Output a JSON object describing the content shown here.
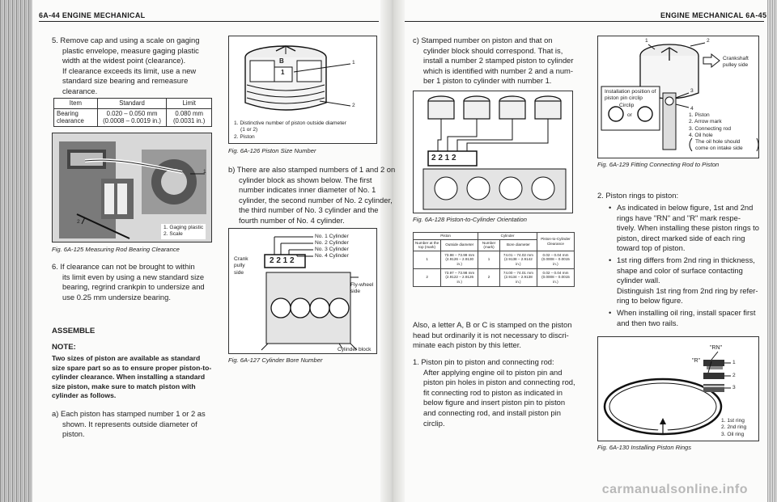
{
  "left_page": {
    "header": "6A-44 ENGINE MECHANICAL",
    "step5": [
      "5. Remove cap and using a scale on gaging",
      "plastic envelope, measure gaging plastic",
      "width at the widest point (clearance).",
      "If clearance exceeds its limit, use a new",
      "standard size bearing and remeasure",
      "clearance."
    ],
    "table": {
      "headers": [
        "Item",
        "Standard",
        "Limit"
      ],
      "row": [
        "Bearing clearance",
        "0.020 – 0.050 mm (0.0008 – 0.0019 in.)",
        "0.080 mm (0.0031 in.)"
      ]
    },
    "fig125": {
      "legend": [
        "1. Gaging plastic",
        "2. Scale"
      ],
      "callouts": [
        "1",
        "2"
      ],
      "caption": "Fig. 6A-125 Measuring Rod Bearing Clearance"
    },
    "step6": [
      "6. If clearance can not be brought to within",
      "its limit even by using a new standard size",
      "bearing, regrind crankpin to undersize and",
      "use 0.25 mm undersize bearing."
    ],
    "assemble": "ASSEMBLE",
    "note_label": "NOTE:",
    "note": [
      "Two sizes of piston are available as standard",
      "size spare part so as to ensure proper piston-to-",
      "cylinder clearance. When installing a standard",
      "size piston, make sure to match piston with",
      "cylinder as follows."
    ],
    "step_a": [
      "a) Each piston has stamped number 1 or 2 as",
      "shown. It represents outside diameter of",
      "piston."
    ]
  },
  "middle": {
    "fig126": {
      "legend": [
        "1. Distinctive number of piston outside diameter",
        "(1 or 2)",
        "2. Piston"
      ],
      "marks": [
        "B",
        "1"
      ],
      "callouts": [
        "1",
        "2"
      ],
      "caption": "Fig. 6A-126 Piston Size Number"
    },
    "step_b": [
      "b) There are also stamped numbers of 1 and 2 on",
      "cylinder block as shown below. The first",
      "number indicates inner diameter of No. 1",
      "cylinder, the second number of No. 2 cylinder,",
      "the third number of No. 3 cylinder and the",
      "fourth number of No. 4 cylinder."
    ],
    "fig127": {
      "cyl_labels": [
        "No. 1 Cylinder",
        "No. 2 Cylinder",
        "No. 3 Cylinder",
        "No. 4 Cylinder"
      ],
      "stamp": "2 2 1 2",
      "left_label": [
        "Crank",
        "pully",
        "side"
      ],
      "right_label": [
        "Fly-wheel",
        "side"
      ],
      "bottom_label": "Cylinder block",
      "caption": "Fig. 6A-127 Cylinder Bore Number"
    }
  },
  "right_page": {
    "header": "ENGINE MECHANICAL 6A-45",
    "step_c": [
      "c) Stamped number on piston and that on",
      "cylinder block should correspond. That is,",
      "install a number 2 stamped piston to cylinder",
      "which is identified with number 2 and a num-",
      "ber 1 piston to cylinder with number 1."
    ],
    "fig128": {
      "stamp": "2 2 1 2",
      "caption": "Fig. 6A-128 Piston-to-Cylinder Orientation"
    },
    "fit_table": {
      "group_piston": "Piston",
      "group_cylinder": "Cylinder",
      "headers": [
        "Number at the top (mark)",
        "Outside diameter",
        "Number (mark)",
        "Bore diameter",
        "Piston-to-Cylinder Clearance"
      ],
      "rows": [
        [
          "1",
          "73.98 – 73.99 mm (2.9126 – 2.9130 in.)",
          "1",
          "74.01 – 74.02 mm (2.9138 – 2.9142 in.)",
          "0.02 – 0.04 mm (0.0008 – 0.0015 in.)"
        ],
        [
          "2",
          "73.97 – 73.98 mm (2.9122 – 2.9126 in.)",
          "2",
          "74.00 – 74.01 mm (2.9134 – 2.9138 in.)",
          "0.02 – 0.04 mm (0.0008 – 0.0015 in.)"
        ]
      ]
    },
    "also": [
      "Also, a letter A, B or C is stamped on the piston",
      "head but ordinarily it is not necessary to discri-",
      "minate each piston by this letter."
    ],
    "step1": {
      "title": "1. Piston pin to piston and connecting rod:",
      "lines": [
        "After applying engine oil to piston pin and",
        "piston pin holes in piston and connecting rod,",
        "fit connecting rod to piston as indicated in",
        "below figure and insert piston pin to piston",
        "and connecting rod, and install piston pin",
        "circlip."
      ]
    },
    "fig129": {
      "crankshaft": [
        "Crankshaft",
        "pulley side"
      ],
      "install_box": [
        "Installation position of",
        "piston pin circlip"
      ],
      "circlip": "Circlip",
      "or": "or",
      "legend": [
        "1. Piston",
        "2. Arrow mark",
        "3. Connecting rod",
        "4. Oil hole"
      ],
      "oil_note": [
        "The oil hole should",
        "come on intake side"
      ],
      "callouts": [
        "1",
        "2",
        "3",
        "4"
      ],
      "caption": "Fig. 6A-129 Fitting Connecting Rod to Piston"
    },
    "step2": {
      "title": "2. Piston rings to piston:",
      "bullets": [
        [
          "As indicated in below figure, 1st and 2nd",
          "rings have \"RN\" and \"R\" mark respe-",
          "tively. When installing these piston rings to",
          "piston, direct marked side of each ring",
          "toward top of piston."
        ],
        [
          "1st ring differs from 2nd ring in thickness,",
          "shape and color of surface contacting",
          "cylinder wall.",
          "Distinguish 1st ring from 2nd ring by refer-",
          "ring to below figure."
        ],
        [
          "When installing oil ring, install spacer first",
          "and then two rails."
        ]
      ]
    },
    "fig130": {
      "marks": [
        "\"RN\"",
        "\"R\""
      ],
      "callouts": [
        "1",
        "2",
        "3"
      ],
      "legend": [
        "1. 1st ring",
        "2. 2nd ring",
        "3. Oil ring"
      ],
      "caption": "Fig. 6A-130 Installing Piston Rings"
    }
  },
  "watermark": "carmanualsonline.info"
}
